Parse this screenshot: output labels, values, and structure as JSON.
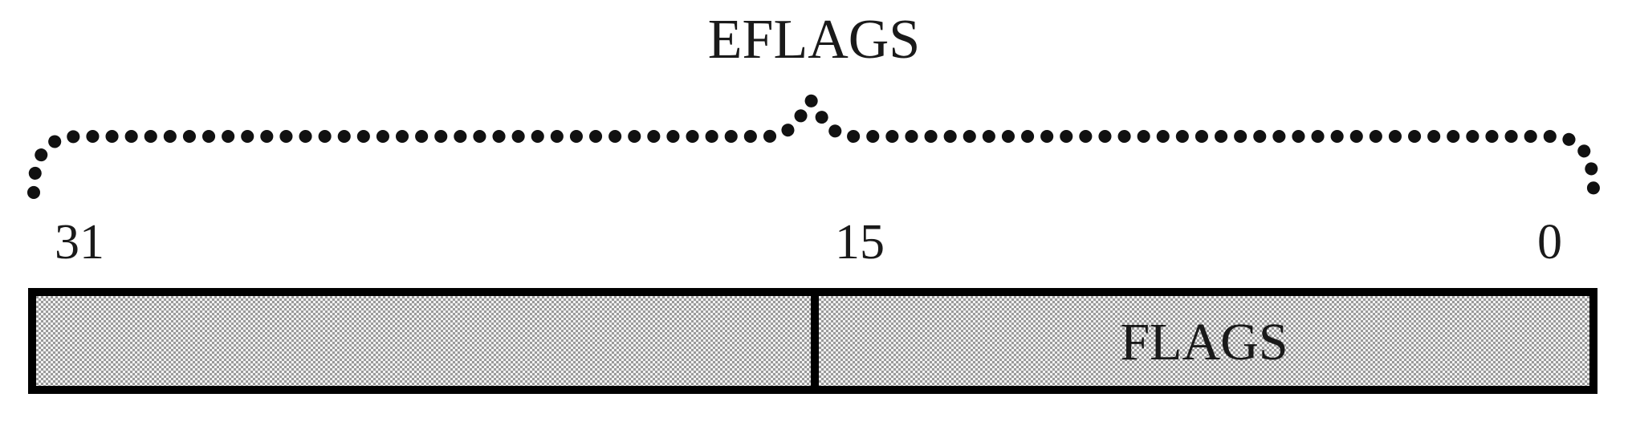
{
  "register": {
    "name": "EFLAGS",
    "bits": {
      "high": "31",
      "mid": "15",
      "low": "0"
    },
    "fields": [
      {
        "label": ""
      },
      {
        "label": "FLAGS"
      }
    ]
  },
  "colors": {
    "outline": "#000000",
    "fill_pattern_dark": "#9a9a9a",
    "fill_pattern_light": "#f2f2f2",
    "text": "#1a1a1a"
  }
}
